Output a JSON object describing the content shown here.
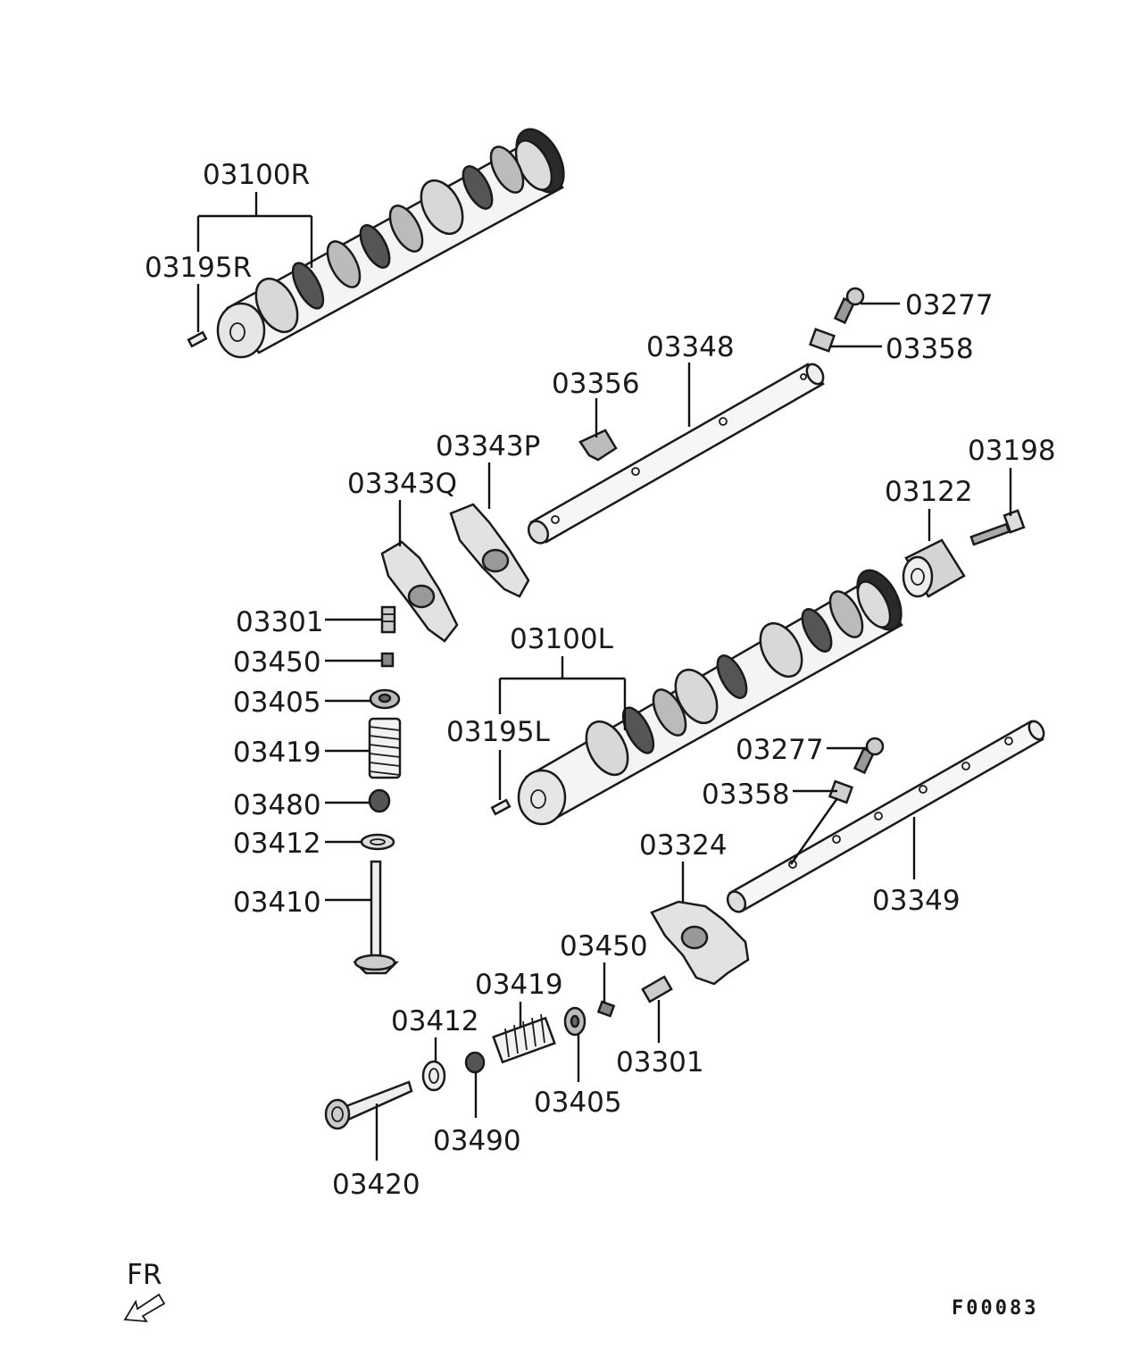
{
  "figure_code": "F00083",
  "direction_label": "FR",
  "labels": {
    "camshaft_right": "03100R",
    "pin_right": "03195R",
    "bolt_upper": "03277",
    "plate_upper": "03358",
    "rocker_shaft_upper": "03348",
    "clip": "03356",
    "rocker_arm_p": "03343P",
    "rocker_arm_q": "03343Q",
    "bolt_right": "03198",
    "thrust_case": "03122",
    "adjust_screw_left": "03301",
    "nut_left": "03450",
    "retainer_left": "03405",
    "spring_left": "03419",
    "seal_left": "03480",
    "seat_left": "03412",
    "valve_intake": "03410",
    "camshaft_left": "03100L",
    "pin_left": "03195L",
    "bolt_lower": "03277",
    "plate_lower": "03358",
    "rocker_arm_lower": "03324",
    "rocker_shaft_lower": "03349",
    "nut_lower": "03450",
    "adjust_screw_lower": "03301",
    "spring_lower": "03419",
    "seat_lower": "03412",
    "retainer_lower": "03405",
    "seal_lower": "03490",
    "valve_exhaust": "03420"
  }
}
